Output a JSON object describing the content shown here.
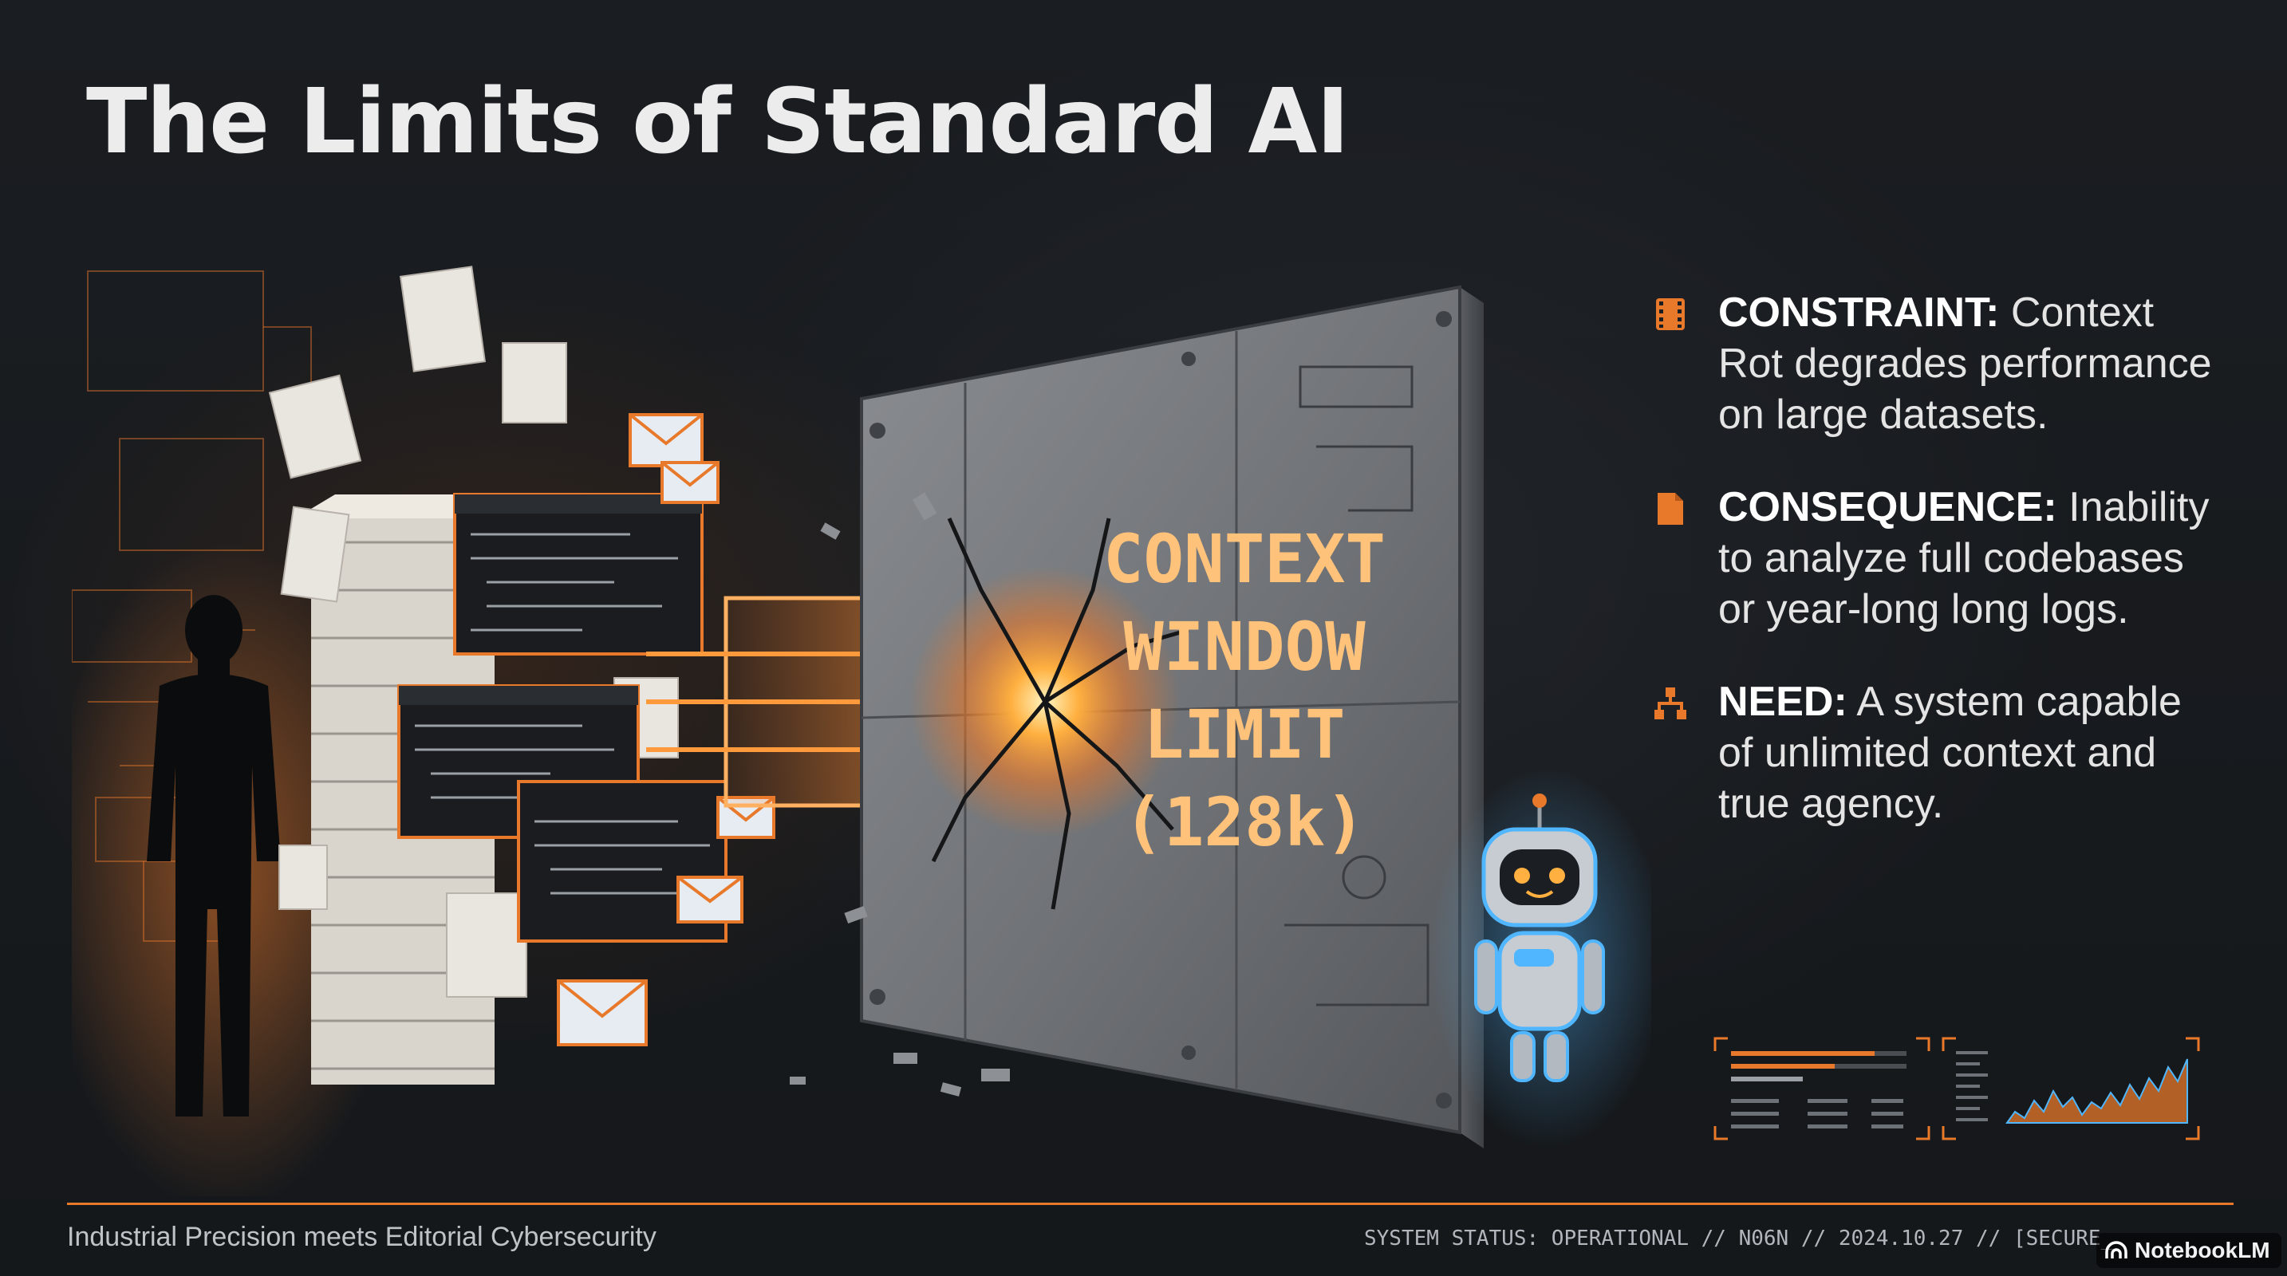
{
  "slide": {
    "title": "The Limits of Standard AI"
  },
  "illustration": {
    "wall_text": [
      "CONTEXT",
      "WINDOW",
      "LIMIT",
      "(128k)"
    ]
  },
  "bullets": [
    {
      "icon": "filmstrip-icon",
      "label": "CONSTRAINT:",
      "text": " Context Rot degrades performance on large datasets."
    },
    {
      "icon": "document-icon",
      "label": "CONSEQUENCE:",
      "text": " Inability to analyze full codebases or year-long long logs."
    },
    {
      "icon": "hierarchy-icon",
      "label": "NEED:",
      "text": " A system capable of unlimited context and true agency."
    }
  ],
  "footer": {
    "left": "Industrial Precision meets Editorial Cybersecurity",
    "right": "SYSTEM STATUS: OPERATIONAL // N06N // 2024.10.27 // [SECURE_",
    "brand": "NotebookLM"
  },
  "colors": {
    "accent": "#e8782a",
    "robot_glow": "#4fb6ff",
    "background": "#16191d"
  }
}
